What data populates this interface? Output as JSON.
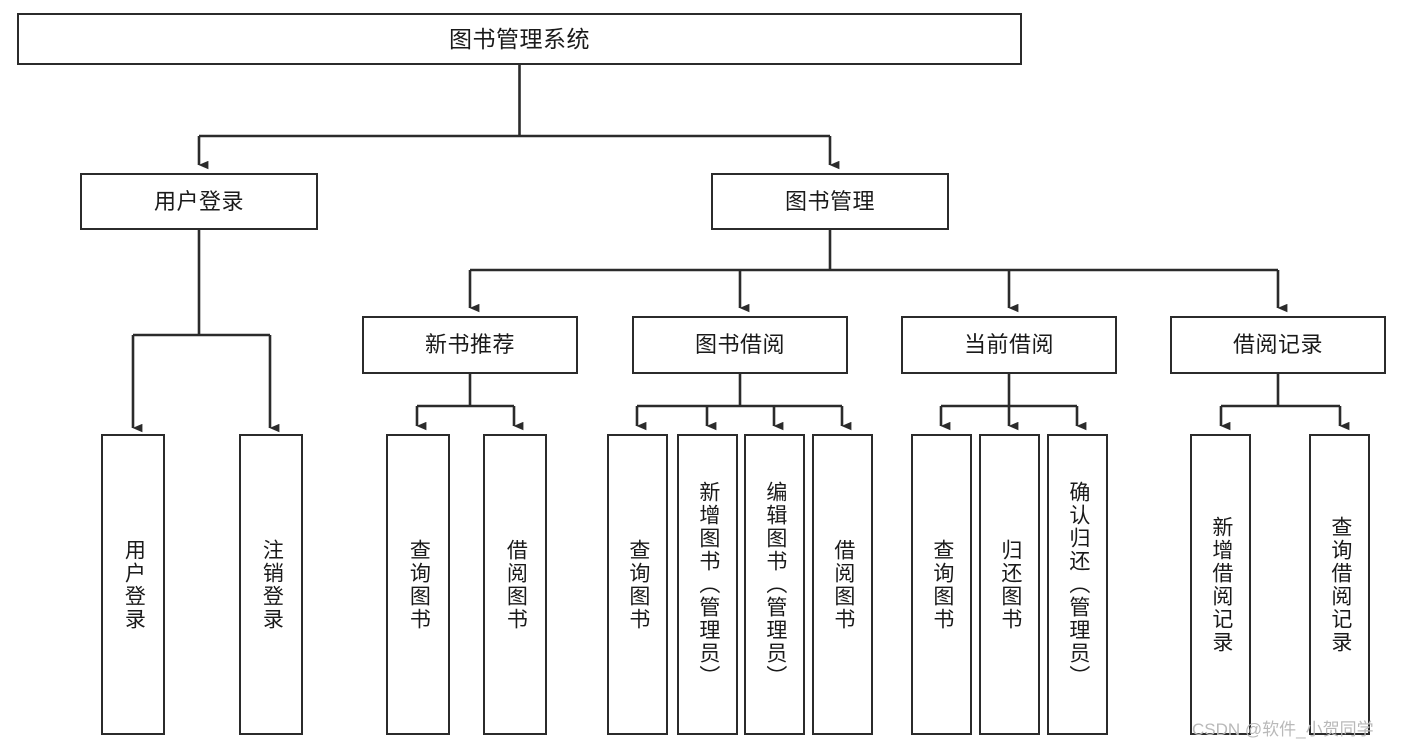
{
  "diagram": {
    "title": "图书管理系统",
    "type": "hierarchy-tree",
    "levels": 4,
    "colors": {
      "stroke": "#2b2b2b",
      "fill": "#ffffff",
      "text": "#1a1a1a",
      "watermark": "#b9b9b9"
    },
    "nodes": {
      "root": {
        "label": "图书管理系统"
      },
      "level2": [
        {
          "id": "user-login",
          "label": "用户登录"
        },
        {
          "id": "book-manage",
          "label": "图书管理"
        }
      ],
      "level3": [
        {
          "id": "new-book-rec",
          "label": "新书推荐"
        },
        {
          "id": "book-borrow",
          "label": "图书借阅"
        },
        {
          "id": "current-borrow",
          "label": "当前借阅"
        },
        {
          "id": "borrow-record",
          "label": "借阅记录"
        }
      ],
      "leaves": {
        "user-login": [
          {
            "id": "leaf-user-login",
            "label": "用户登录"
          },
          {
            "id": "leaf-user-logout",
            "label": "注销登录"
          }
        ],
        "new-book-rec": [
          {
            "id": "leaf-query-book-1",
            "label": "查询图书"
          },
          {
            "id": "leaf-borrow-book-1",
            "label": "借阅图书"
          }
        ],
        "book-borrow": [
          {
            "id": "leaf-query-book-2",
            "label": "查询图书"
          },
          {
            "id": "leaf-add-book",
            "label": "新增图书（管理员）"
          },
          {
            "id": "leaf-edit-book",
            "label": "编辑图书（管理员）"
          },
          {
            "id": "leaf-borrow-book-2",
            "label": "借阅图书"
          }
        ],
        "current-borrow": [
          {
            "id": "leaf-query-book-3",
            "label": "查询图书"
          },
          {
            "id": "leaf-return-book",
            "label": "归还图书"
          },
          {
            "id": "leaf-confirm-return",
            "label": "确认归还（管理员）"
          }
        ],
        "borrow-record": [
          {
            "id": "leaf-add-record",
            "label": "新增借阅记录"
          },
          {
            "id": "leaf-query-record",
            "label": "查询借阅记录"
          }
        ]
      }
    },
    "watermark": "CSDN @软件_小贺同学"
  }
}
